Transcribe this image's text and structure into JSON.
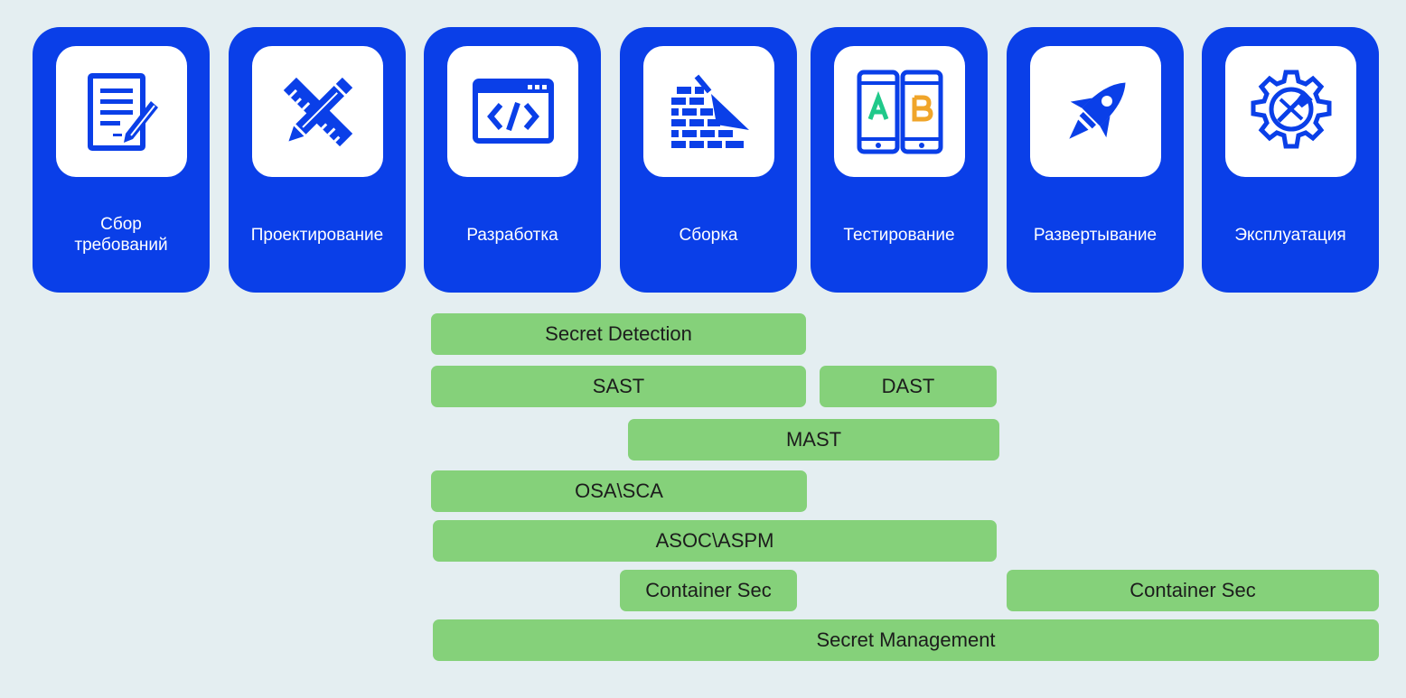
{
  "stages": [
    {
      "label": "Сбор\nтребований",
      "icon": "document-signing-icon"
    },
    {
      "label": "Проектирование",
      "icon": "ruler-pencil-icon"
    },
    {
      "label": "Разработка",
      "icon": "code-window-icon"
    },
    {
      "label": "Сборка",
      "icon": "brick-wall-trowel-icon"
    },
    {
      "label": "Тестирование",
      "icon": "ab-test-phones-icon"
    },
    {
      "label": "Развертывание",
      "icon": "rocket-icon"
    },
    {
      "label": "Эксплуатация",
      "icon": "gear-wrench-icon"
    }
  ],
  "tools": [
    {
      "label": "Secret Detection"
    },
    {
      "label": "SAST"
    },
    {
      "label": "DAST"
    },
    {
      "label": "MAST"
    },
    {
      "label": "OSA\\SCA"
    },
    {
      "label": "ASOC\\ASPM"
    },
    {
      "label": "Container Sec"
    },
    {
      "label": "Container Sec"
    },
    {
      "label": "Secret Management"
    }
  ],
  "colors": {
    "background": "#e4eef1",
    "stage": "#0a3fe8",
    "tile": "#ffffff",
    "bar": "#85d17a",
    "ab_a": "#20c98a",
    "ab_b": "#f0a52a"
  }
}
